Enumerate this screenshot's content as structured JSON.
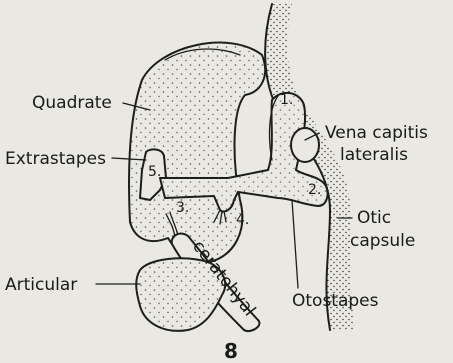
{
  "labels": {
    "quadrate": "Quadrate",
    "extrastapes": "Extrastapes",
    "articular": "Articular",
    "ceratohyal": "ceratohyal",
    "vena_line1": "Vena capitis",
    "vena_line2": "lateralis",
    "otic_line1": "Otic",
    "otic_line2": "capsule",
    "otostapes": "Otostapes"
  },
  "numbers": {
    "n1": "1.",
    "n2": "2.",
    "n3": "3.",
    "n4": "4.",
    "n5": "5."
  },
  "figure_number": "8"
}
